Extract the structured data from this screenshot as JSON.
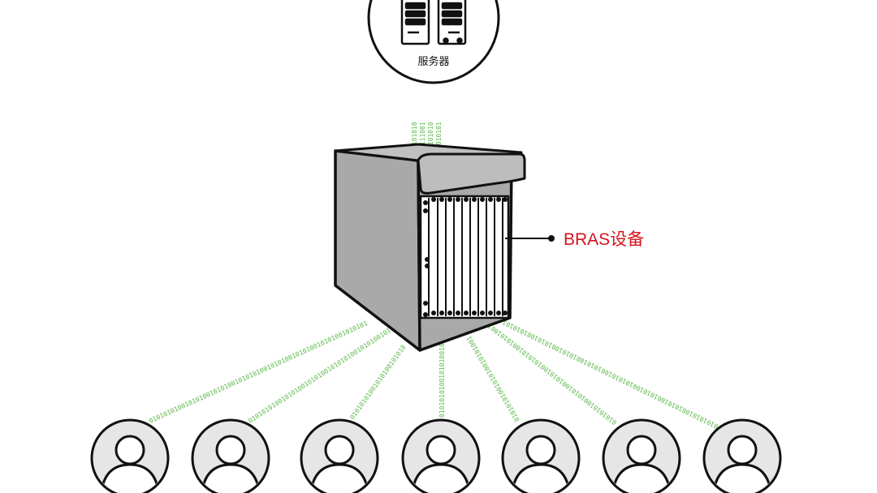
{
  "server": {
    "label": "服务器",
    "icon": "server-rack-icon"
  },
  "bras": {
    "label": "BRAS设备",
    "icon": "chassis-router-icon",
    "label_color": "#d4141c"
  },
  "colors": {
    "bits": "#5cb84a",
    "outline": "#111111",
    "chassis_fill": "#a9a9a9",
    "user_fill": "#e6e6e6"
  },
  "uplink_bits": [
    "0101010",
    "1111001",
    "0101010",
    "1010101"
  ],
  "link_bits": [
    "0101010100101010010101001010101001010100101010010101001010101",
    "0101010100101010010101001010101001010100101010010101001010101",
    "0101010100101010010101001010101001010100101",
    "0101010100101010010101001010101001",
    "0101010100101010010101001010101001010100101",
    "0101010100101010010101001010101001010100101010010101001010101",
    "0101010100101010010101001010101001010100101010010101001010101"
  ],
  "users": [
    {
      "icon": "user-avatar-icon"
    },
    {
      "icon": "user-avatar-icon"
    },
    {
      "icon": "user-avatar-icon"
    },
    {
      "icon": "user-avatar-icon"
    },
    {
      "icon": "user-avatar-icon"
    },
    {
      "icon": "user-avatar-icon"
    },
    {
      "icon": "user-avatar-icon"
    }
  ]
}
